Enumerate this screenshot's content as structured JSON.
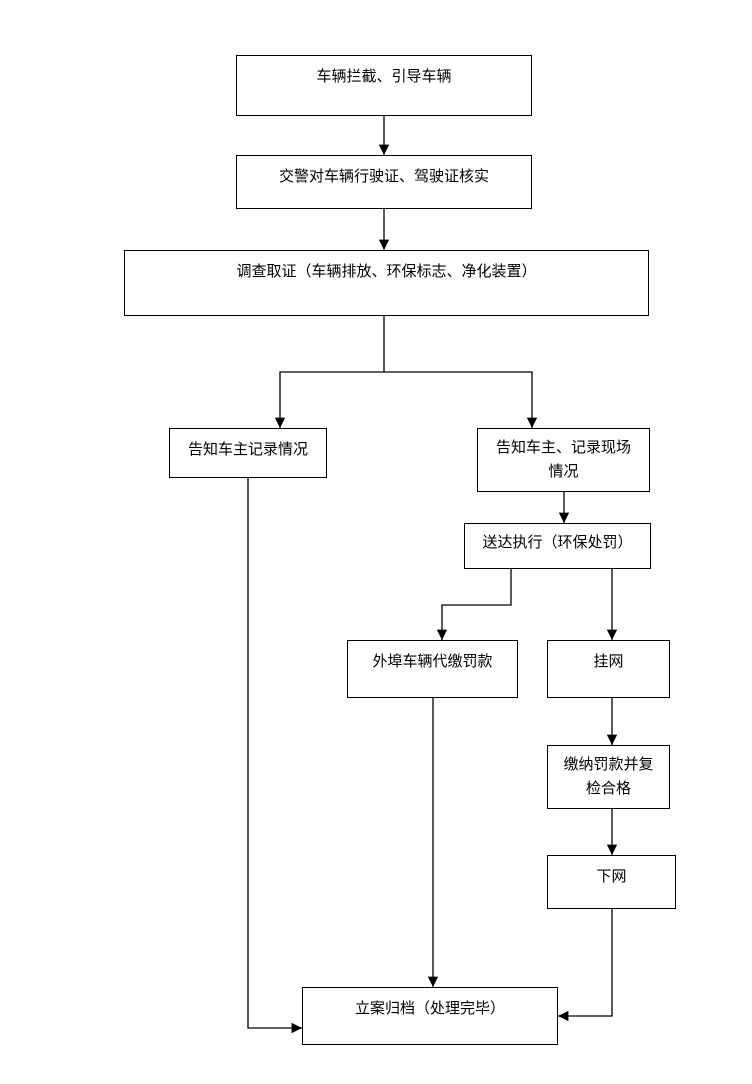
{
  "nodes": {
    "intercept": "车辆拦截、引导车辆",
    "verify": "交警对车辆行驶证、驾驶证核实",
    "investigate": "调查取证（车辆排放、环保标志、净化装置）",
    "notify_record": "告知车主记录情况",
    "notify_scene_line1": "告知车主、记录现场",
    "notify_scene_line2": "情况",
    "deliver": "送达执行（环保处罚）",
    "outside_payment": "外埠车辆代缴罚款",
    "online": "挂网",
    "pay_recheck_line1": "缴纳罚款并复",
    "pay_recheck_line2": "检合格",
    "offline": "下网",
    "archive": "立案归档（处理完毕）"
  },
  "colors": {
    "stroke": "#000000",
    "background": "#ffffff"
  }
}
